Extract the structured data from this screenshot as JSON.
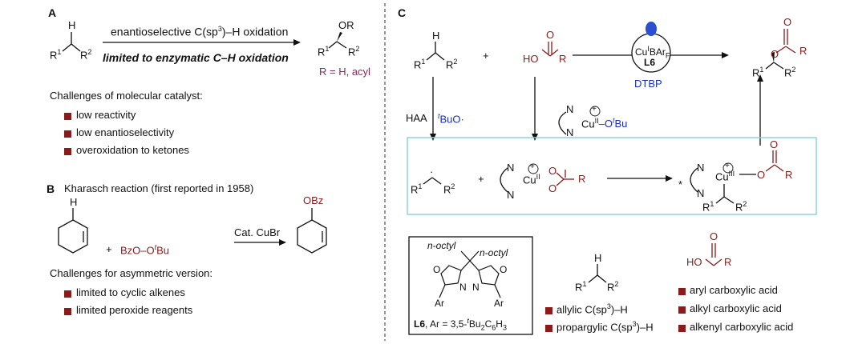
{
  "panel_a": {
    "label": "A",
    "reactant_H": "H",
    "reactant_R1": "R",
    "reactant_R1_sup": "1",
    "reactant_R2": "R",
    "reactant_R2_sup": "2",
    "arrow_top": "enantioselective C(sp3)–H oxidation",
    "arrow_bottom": "limited to enzymatic C–H oxidation",
    "product_OR": "OR",
    "r_def": "R = H, acyl",
    "challenges_title": "Challenges of molecular catalyst:",
    "challenges": [
      "low reactivity",
      "low enantioselectivity",
      "overoxidation to ketones"
    ]
  },
  "panel_b": {
    "label": "B",
    "title": "Kharasch reaction (first reported in 1958)",
    "plus": "+",
    "reagent": "BzO–O",
    "reagent_tBu": "Bu",
    "reagent_t": "t",
    "catalyst": "Cat. CuBr",
    "product_OBz": "OBz",
    "challenges_title": "Challenges for asymmetric version:",
    "challenges": [
      "limited to cyclic alkenes",
      "limited peroxide reagents"
    ]
  },
  "panel_c": {
    "label": "C",
    "plus": "+",
    "acid_O": "O",
    "acid_HO": "HO",
    "acid_R": "R",
    "catalyst": "CuBAr",
    "catalyst_sub": "F",
    "catalyst_ligand": "L6",
    "oxidant": "DTBP",
    "haa": "HAA",
    "tBuO": "BuO·",
    "cu_tBu": "Cu",
    "cu_ox": "II",
    "cu_oxy": "–O",
    "cu_tBu2": "Bu",
    "cu3": "III",
    "ligand_label": "L6, Ar = 3,5-tBu2C6H3",
    "ligand_octyl": "n-octyl",
    "subs_title_1": "allylic C(sp3)–H",
    "subs_title_2": "propargylic C(sp3)–H",
    "acids": [
      "aryl carboxylic acid",
      "alkyl carboxylic acid",
      "alkenyl carboxylic acid"
    ]
  },
  "colors": {
    "bullet": "#8b1a1a",
    "acid": "#8b1a1a",
    "magenta": "#8e2466",
    "blue": "#1a2fb5",
    "box": "#8fd3d8"
  }
}
